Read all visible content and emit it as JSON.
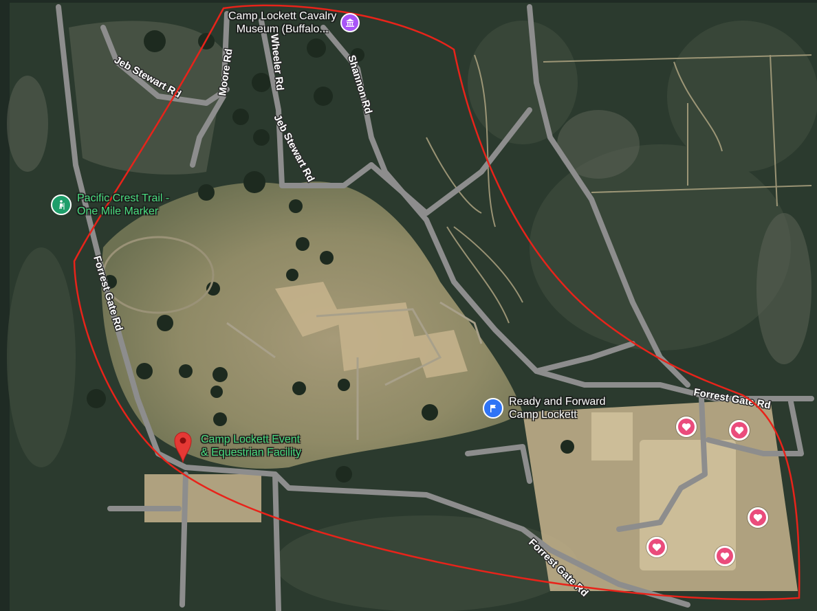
{
  "colors": {
    "boundary": "#e8231a",
    "museum_icon": "#a855f7",
    "trail_icon": "#1e9e6a",
    "flag_icon": "#2f74f5",
    "pin": "#e53935",
    "favorite": "#ea4c7c",
    "label_green": "#4ade80",
    "label_white": "#ffffff"
  },
  "roads": [
    {
      "id": "jeb-stewart-rd-north",
      "label": "Jeb Stewart Rd"
    },
    {
      "id": "moore-rd",
      "label": "Moore Rd"
    },
    {
      "id": "wheeler-rd",
      "label": "Wheeler Rd"
    },
    {
      "id": "shannon-rd",
      "label": "Shannon Rd"
    },
    {
      "id": "jeb-stewart-rd-south",
      "label": "Jeb Stewart Rd"
    },
    {
      "id": "forrest-gate-rd-west",
      "label": "Forrest Gate Rd"
    },
    {
      "id": "forrest-gate-rd-east",
      "label": "Forrest Gate Rd"
    },
    {
      "id": "forrest-gate-rd-south",
      "label": "Forrest Gate Rd"
    }
  ],
  "places": {
    "museum": {
      "line1": "Camp Lockett Cavalry",
      "line2": "Museum (Buffalo...",
      "icon": "museum-icon"
    },
    "trail": {
      "line1": "Pacific Crest Trail -",
      "line2": "One Mile Marker",
      "icon": "hiker-icon"
    },
    "ready": {
      "line1": "Ready and Forward",
      "line2": "Camp Lockett",
      "icon": "flag-icon"
    },
    "event": {
      "line1": "Camp Lockett Event",
      "line2": "& Equestrian Facility",
      "icon": "map-pin-icon"
    }
  },
  "favorites": [
    "heart-icon",
    "heart-icon",
    "heart-icon",
    "heart-icon",
    "heart-icon",
    "heart-icon"
  ]
}
